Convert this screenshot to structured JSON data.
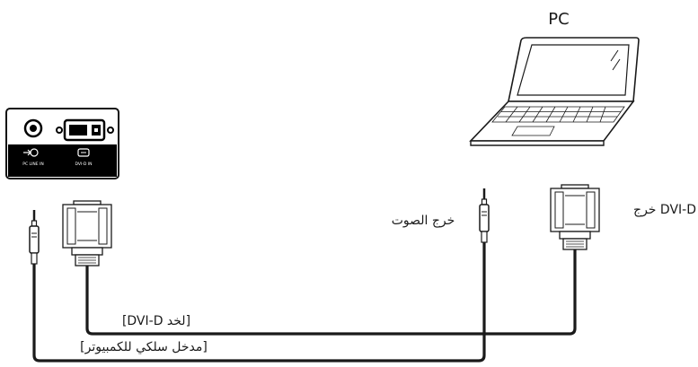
{
  "labels": {
    "pc": "PC",
    "panel_audio_port": "PC LINE IN",
    "panel_dvi_port": "DVI-D IN",
    "dvi_output": "خرج DVI-D",
    "audio_output": "خرج الصوت",
    "dvi_input": "[DVI-D لخد]",
    "audio_input": "[مدخل سلكي للكمبيوتر]"
  },
  "colors": {
    "stroke": "#1a1a1a",
    "panel": "#000000",
    "fill": "#ffffff"
  }
}
